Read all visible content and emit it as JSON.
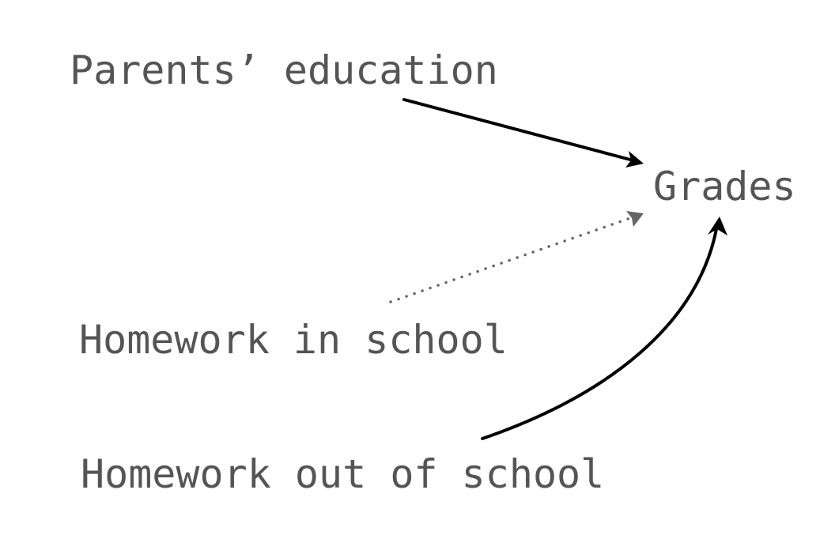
{
  "nodes": {
    "parents_education": "Parents’ education",
    "grades": "Grades",
    "homework_in_school": "Homework in school",
    "homework_out_of_school": "Homework out of school"
  },
  "edges": [
    {
      "from": "parents_education",
      "to": "grades",
      "style": "solid",
      "color": "#000000"
    },
    {
      "from": "homework_in_school",
      "to": "grades",
      "style": "dotted",
      "color": "#666666"
    },
    {
      "from": "homework_out_of_school",
      "to": "grades",
      "style": "solid-curved",
      "color": "#000000"
    }
  ],
  "colors": {
    "label_text": "#555555",
    "solid_arrow": "#000000",
    "dotted_arrow": "#666666",
    "background": "#ffffff"
  }
}
